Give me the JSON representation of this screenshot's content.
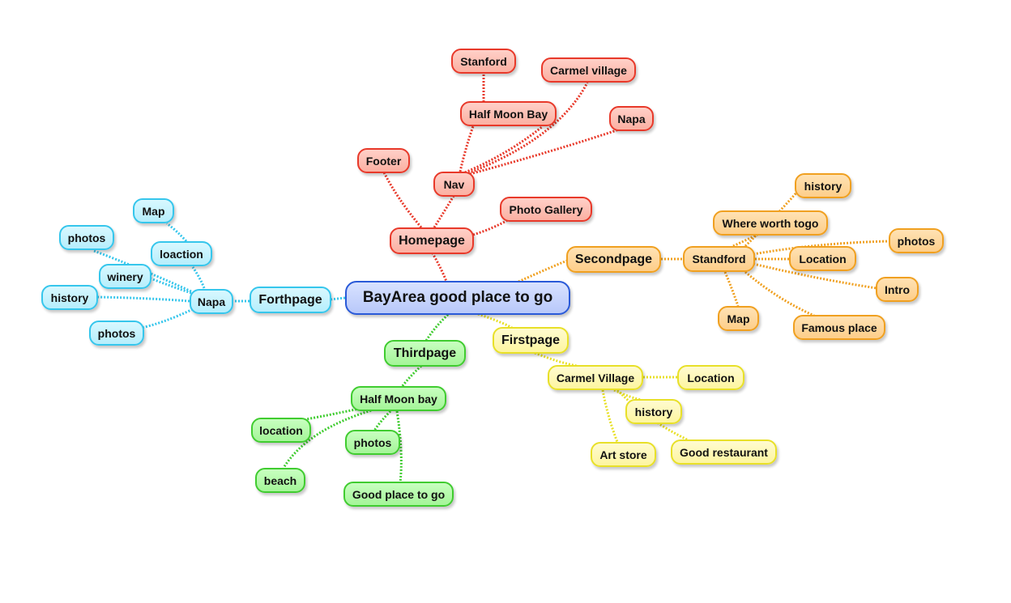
{
  "colors": {
    "center": "#2a5ad8",
    "homepage_branch": "#e8392a",
    "secondpage_branch": "#f0a020",
    "firstpage_branch": "#e8e028",
    "thirdpage_branch": "#40cc30",
    "forthpage_branch": "#36c6ec"
  },
  "center": {
    "label": "BayArea good place to go"
  },
  "homepage": {
    "label": "Homepage",
    "nav": {
      "label": "Nav",
      "half_moon_bay": "Half Moon Bay",
      "stanford": "Stanford",
      "carmel_village": "Carmel village",
      "napa": "Napa"
    },
    "footer": "Footer",
    "photo_gallery": "Photo Gallery"
  },
  "secondpage": {
    "label": "Secondpage",
    "standford": {
      "label": "Standford",
      "history": "history",
      "where_worth_togo": "Where worth togo",
      "photos": "photos",
      "location": "Location",
      "intro": "Intro",
      "map": "Map",
      "famous_place": "Famous place"
    }
  },
  "firstpage": {
    "label": "Firstpage",
    "carmel_village": {
      "label": "Carmel Village",
      "location": "Location",
      "history": "history",
      "good_restaurant": "Good restaurant",
      "art_store": "Art store"
    }
  },
  "thirdpage": {
    "label": "Thirdpage",
    "half_moon_bay": {
      "label": "Half Moon bay",
      "location": "location",
      "photos": "photos",
      "beach": "beach",
      "good_place_to_go": "Good place to go"
    }
  },
  "forthpage": {
    "label": "Forthpage",
    "napa": {
      "label": "Napa",
      "map": "Map",
      "loaction": "loaction",
      "photos_top": "photos",
      "winery": "winery",
      "history": "history",
      "photos_bottom": "photos"
    }
  }
}
